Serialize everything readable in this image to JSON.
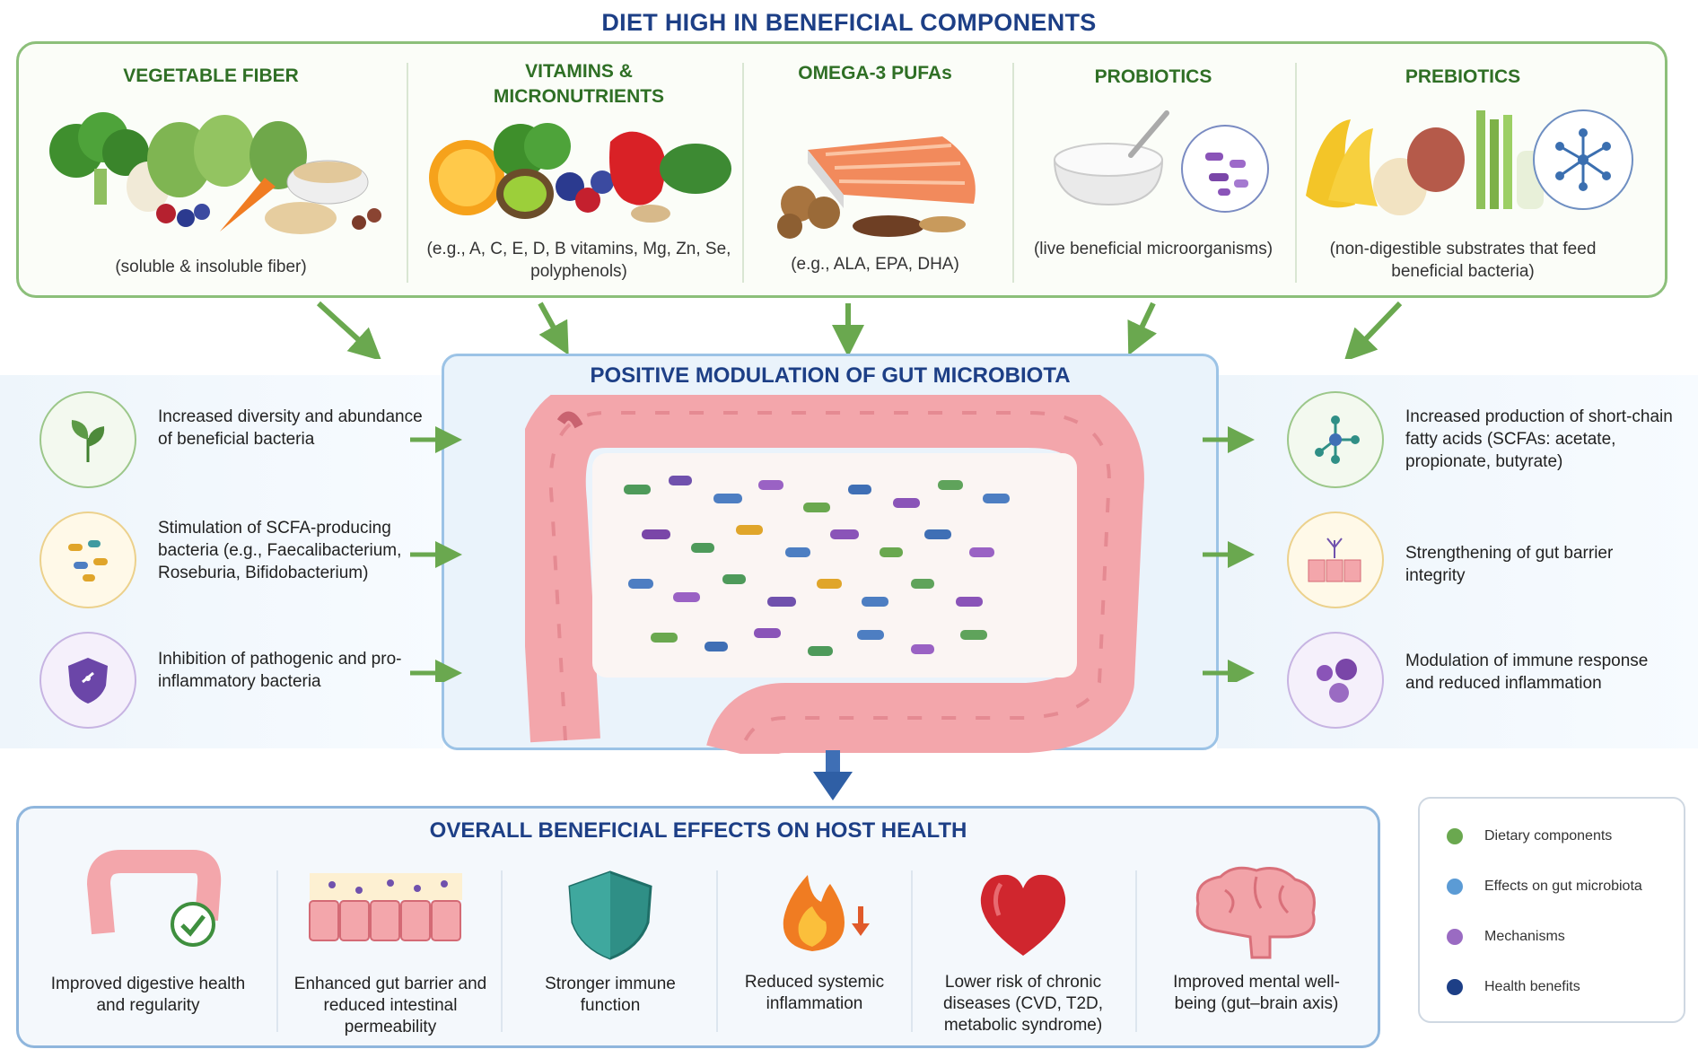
{
  "title": "DIET HIGH IN BENEFICIAL COMPONENTS",
  "components": [
    {
      "title": "VEGETABLE FIBER",
      "subtitle": "(soluble & insoluble fiber)"
    },
    {
      "title": "VITAMINS & MICRONUTRIENTS",
      "subtitle": "(e.g., A, C, E, D, B vitamins, Mg, Zn, Se, polyphenols)"
    },
    {
      "title": "OMEGA-3 PUFAs",
      "subtitle": "(e.g., ALA, EPA, DHA)"
    },
    {
      "title": "PROBIOTICS",
      "subtitle": "(live beneficial microorganisms)"
    },
    {
      "title": "PREBIOTICS",
      "subtitle": "(non-digestible substrates that feed beneficial bacteria)"
    }
  ],
  "center": {
    "title": "POSITIVE MODULATION OF GUT MICROBIOTA"
  },
  "left_effects": [
    {
      "text": "Increased diversity and abundance of beneficial bacteria",
      "icon": "leaf-icon",
      "color": "#5c9a46"
    },
    {
      "text": "Stimulation of SCFA-producing bacteria (e.g., Faecalibacterium, Roseburia, Bifidobacterium)",
      "icon": "bacteria-icon",
      "color": "#e0a52a"
    },
    {
      "text": "Inhibition of pathogenic and pro-inflammatory bacteria",
      "icon": "shield-icon",
      "color": "#6b46a8"
    }
  ],
  "right_effects": [
    {
      "text": "Increased production of short-chain fatty acids (SCFAs: acetate, propionate, butyrate)",
      "icon": "molecule-icon",
      "color": "#2f8f86"
    },
    {
      "text": "Strengthening of gut barrier integrity",
      "icon": "barrier-icon",
      "color": "#e0a52a"
    },
    {
      "text": "Modulation of immune response and reduced inflammation",
      "icon": "immune-cells-icon",
      "color": "#7a52b0"
    }
  ],
  "bottom": {
    "title": "OVERALL BENEFICIAL EFFECTS ON HOST HEALTH",
    "benefits": [
      {
        "text": "Improved digestive health and regularity",
        "icon": "intestine-check-icon"
      },
      {
        "text": "Enhanced gut barrier and reduced intestinal permeability",
        "icon": "gut-barrier-icon"
      },
      {
        "text": "Stronger immune function",
        "icon": "shield-icon"
      },
      {
        "text": "Reduced systemic inflammation",
        "icon": "flame-down-icon"
      },
      {
        "text": "Lower risk of chronic diseases (CVD, T2D, metabolic syndrome)",
        "icon": "heart-icon"
      },
      {
        "text": "Improved mental well-being (gut–brain axis)",
        "icon": "brain-icon"
      }
    ]
  },
  "legend": [
    {
      "label": "Dietary components",
      "color": "#5c9a46"
    },
    {
      "label": "Effects on gut microbiota",
      "color": "#5b9bd5"
    },
    {
      "label": "Mechanisms",
      "color": "#9a6bc2"
    },
    {
      "label": "Health benefits",
      "color": "#1d3f86"
    }
  ]
}
